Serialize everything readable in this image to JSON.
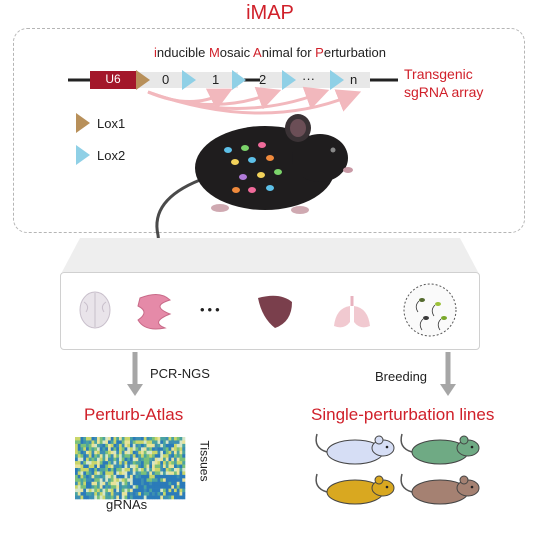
{
  "header": {
    "title": "iMAP",
    "subtitle_words": [
      {
        "cap": "i",
        "rest": "nducible "
      },
      {
        "cap": "M",
        "rest": "osaic "
      },
      {
        "cap": "A",
        "rest": "nimal for "
      },
      {
        "cap": "P",
        "rest": "erturbation"
      }
    ]
  },
  "construct": {
    "promoter": "U6",
    "positions": [
      "0",
      "1",
      "2",
      "···",
      "n"
    ],
    "label_line1": "Transgenic",
    "label_line2": "sgRNA array"
  },
  "legend": {
    "lox1": "Lox1",
    "lox2": "Lox2"
  },
  "colors": {
    "accent_red": "#d0202a",
    "promoter_red": "#a3172a",
    "lox1": "#b8905a",
    "lox2": "#8fd0e6",
    "arc_pink": "#f2b8bd"
  },
  "tissues": {
    "items": [
      "brain-icon",
      "intestine-icon",
      "ellipsis",
      "liver-icon",
      "lung-icon",
      "sperm-icon"
    ],
    "ellipsis_text": "•••"
  },
  "left_branch": {
    "method": "PCR-NGS",
    "title": "Perturb-Atlas",
    "x_label": "gRNAs",
    "y_label": "Tissues"
  },
  "right_branch": {
    "method": "Breeding",
    "title": "Single-perturbation lines",
    "mouse_colors": [
      "#d6def5",
      "#6faa84",
      "#d9a820",
      "#a58172"
    ]
  }
}
